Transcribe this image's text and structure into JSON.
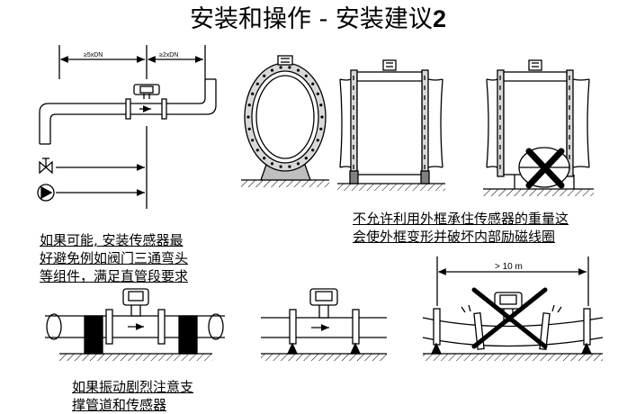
{
  "title": {
    "main": "安装和操作 - 安装建议",
    "number": "2"
  },
  "diagram1": {
    "dim_upstream": "≥5xDN",
    "dim_downstream": "≥2xDN",
    "note_line1": "如果可能, 安装传感器最",
    "note_line2": "好避免例如阀门三通弯头",
    "note_line3": "等组件，满足直管段要求"
  },
  "diagram2": {
    "note_line1": "不允许利用外框承住传感器的重量这",
    "note_line2": "会使外框变形并破坏内部励磁线圈"
  },
  "diagram3": {
    "span_label": "> 10 m",
    "note_line1": "如果振动剧烈注意支",
    "note_line2": "撑管道和传感器"
  }
}
